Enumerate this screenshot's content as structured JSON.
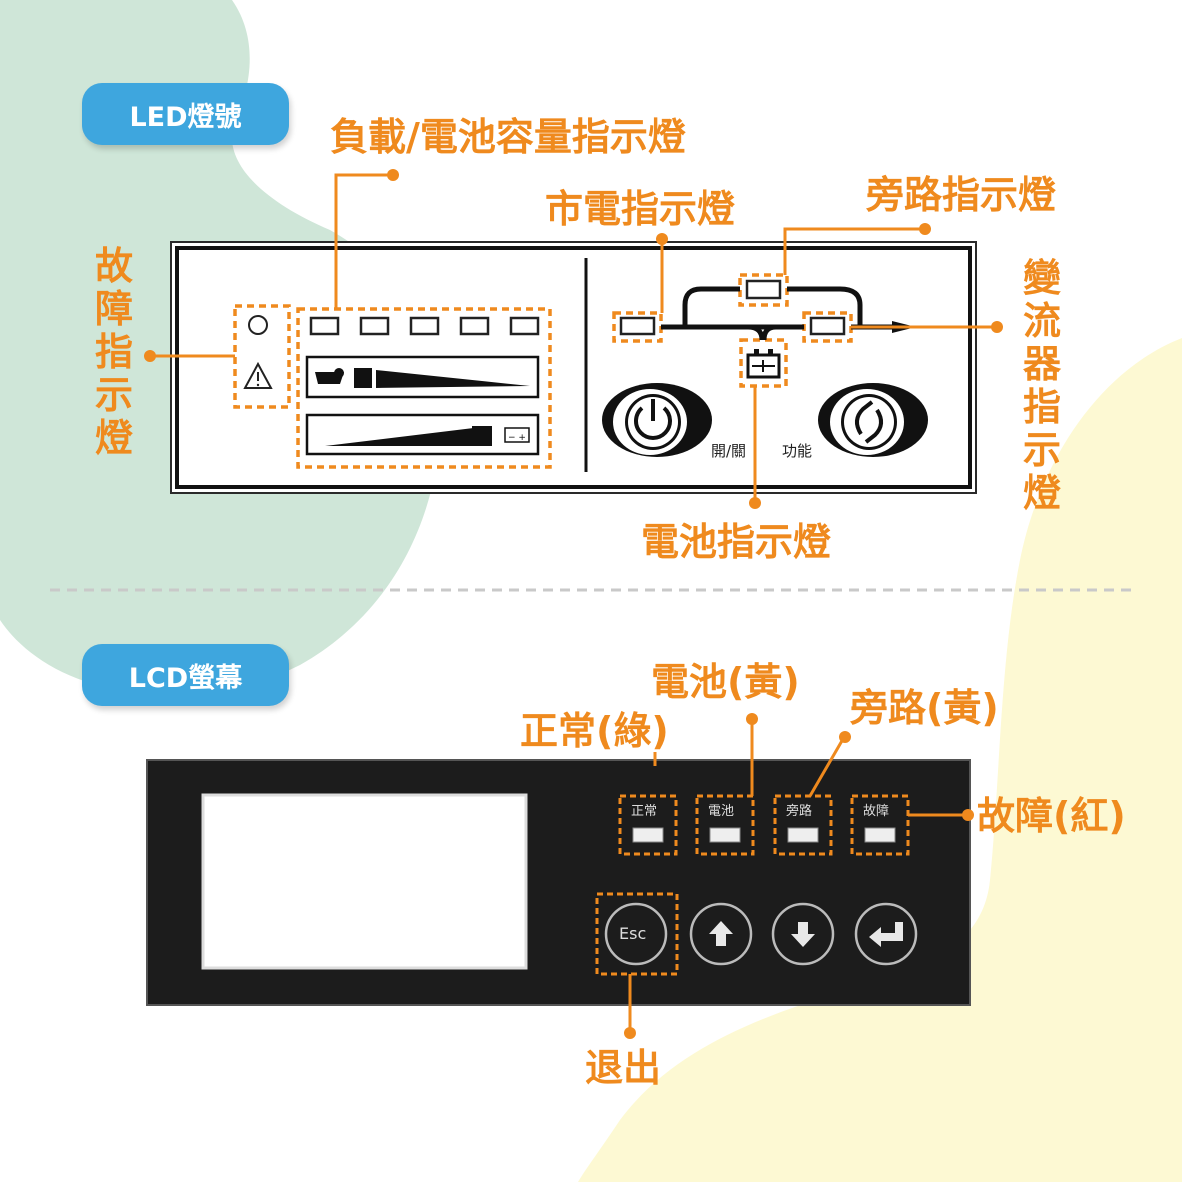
{
  "led_section": {
    "badge": "LED燈號",
    "labels": {
      "load_battery_capacity": "負載/電池容量指示燈",
      "utility": "市電指示燈",
      "bypass": "旁路指示燈",
      "fault": "故障指示燈",
      "inverter": "變流器指示燈",
      "battery": "電池指示燈"
    },
    "panel": {
      "power_caption": "開/關",
      "function_caption": "功能"
    }
  },
  "lcd_section": {
    "badge": "LCD螢幕",
    "labels": {
      "battery_yellow": "電池(黃)",
      "bypass_yellow": "旁路(黃)",
      "normal_green": "正常(綠)",
      "fault_red": "故障(紅)",
      "exit": "退出"
    },
    "indicators": [
      "正常",
      "電池",
      "旁路",
      "故障"
    ],
    "buttons": {
      "esc": "Esc",
      "up": "up-arrow-icon",
      "down": "down-arrow-icon",
      "enter": "enter-icon"
    }
  },
  "colors": {
    "accent_orange": "#ef8a1e",
    "badge_blue": "#3ea6de",
    "bg_green": "#cfe6d8",
    "bg_yellow": "#fdf9d3",
    "panel_black": "#1c1c1c"
  }
}
